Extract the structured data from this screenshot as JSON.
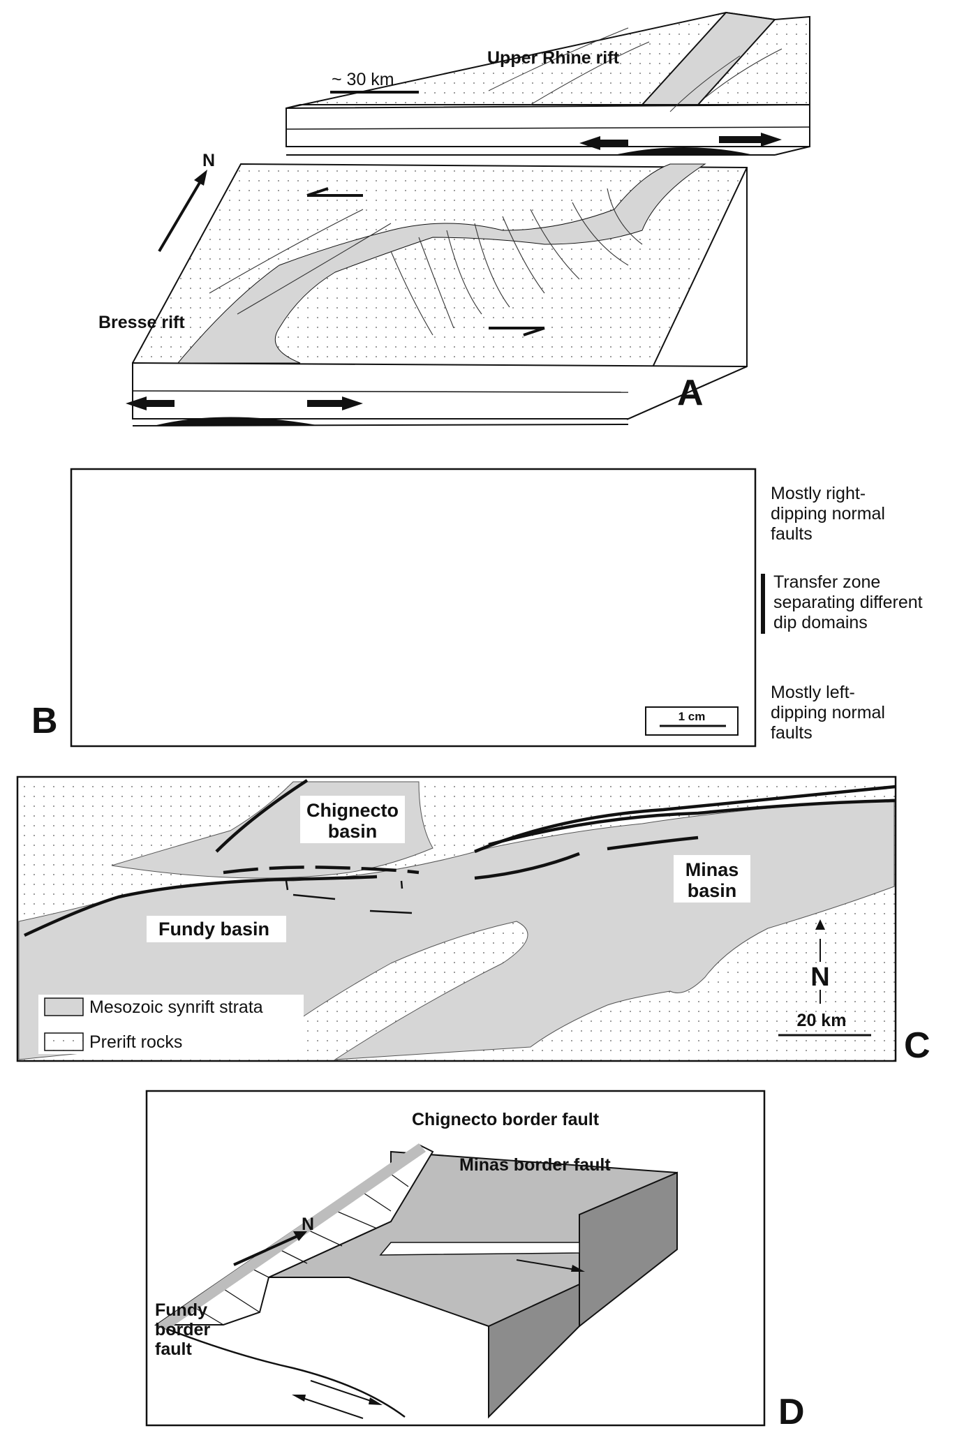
{
  "panelA": {
    "letter": "A",
    "upper_rift_label": "Upper Rhine rift",
    "bresse_rift_label": "Bresse rift",
    "scale_label": "~ 30 km",
    "north_label": "N"
  },
  "panelB": {
    "letter": "B",
    "scale_label": "1 cm",
    "legend_top": [
      "Mostly right-",
      "dipping normal",
      "faults"
    ],
    "legend_middle": [
      "Transfer zone",
      "separating different",
      "dip domains"
    ],
    "legend_bottom": [
      "Mostly left-",
      "dipping normal",
      "faults"
    ]
  },
  "panelC": {
    "letter": "C",
    "chignecto_basin": [
      "Chignecto",
      "basin"
    ],
    "minas_basin": [
      "Minas",
      "basin"
    ],
    "fundy_basin": "Fundy basin",
    "north_label": "N",
    "scale_label": "20 km",
    "legend_synrift": "Mesozoic synrift strata",
    "legend_prerift": "Prerift rocks"
  },
  "panelD": {
    "letter": "D",
    "chignecto_fault": "Chignecto border fault",
    "minas_fault": "Minas border fault",
    "north_label": "N",
    "fundy_fault": [
      "Fundy",
      "border",
      "fault"
    ]
  },
  "colors": {
    "synrift_gray": "#d6d6d6",
    "dark_gray": "#8c8c8c",
    "line": "#111111"
  }
}
